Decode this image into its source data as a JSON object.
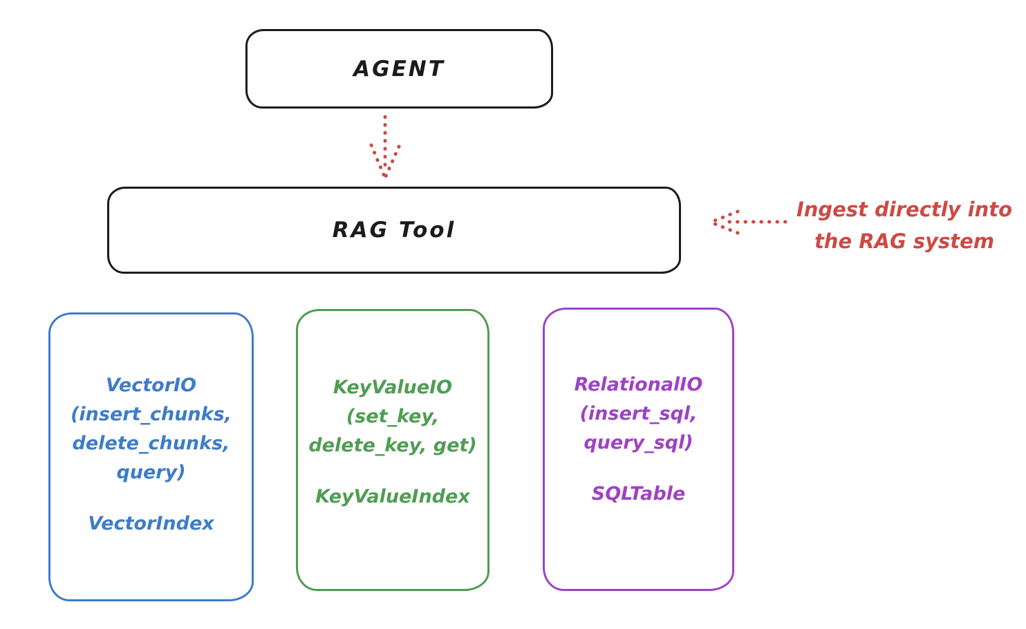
{
  "diagram": {
    "agent": {
      "label": "AGENT"
    },
    "rag_tool": {
      "label": "RAG Tool"
    },
    "annotation": {
      "line1": "Ingest directly into",
      "line2": "the RAG system"
    },
    "io_boxes": [
      {
        "id": "vector-io",
        "color": "#3d7cc9",
        "lines": [
          "VectorIO",
          "(insert_chunks,",
          "delete_chunks,",
          "query)"
        ],
        "index_label": "VectorIndex"
      },
      {
        "id": "keyvalue-io",
        "color": "#4f9d53",
        "lines": [
          "KeyValueIO",
          "(set_key,",
          "delete_key, get)"
        ],
        "index_label": "KeyValueIndex"
      },
      {
        "id": "relational-io",
        "color": "#9e42c5",
        "lines": [
          "RelationalIO",
          "(insert_sql,",
          "query_sql)"
        ],
        "index_label": "SQLTable"
      }
    ],
    "colors": {
      "stroke": "#1b1b1b",
      "red": "#cd4a43",
      "blue": "#3d7cc9",
      "green": "#4f9d53",
      "purple": "#9e42c5"
    }
  }
}
